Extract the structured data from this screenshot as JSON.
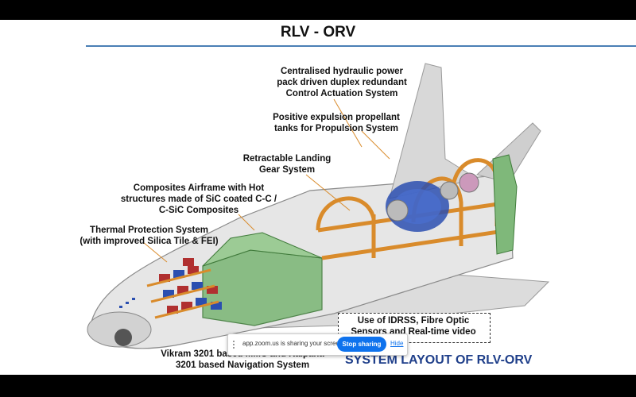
{
  "slide": {
    "title": "RLV - ORV",
    "labels": {
      "hydraulic": "Centralised hydraulic power pack driven duplex redundant Control Actuation System",
      "propellant": "Positive expulsion propellant tanks for Propulsion System",
      "landing_gear": "Retractable Landing Gear System",
      "airframe": "Composites Airframe with Hot structures made of SiC coated C-C / C-SiC Composites",
      "tps": "Thermal Protection System (with improved Silica Tile & FEI)",
      "idrss": "Use of IDRSS, Fibre Optic Sensors and Real-time video",
      "navigation": "Vikram 3201 based MMC and Kalpana 3201 based Navigation System"
    },
    "system_layout": "SYSTEM LAYOUT OF RLV-ORV"
  },
  "share_bar": {
    "message": "app.zoom.us is sharing your screen.",
    "stop_label": "Stop sharing",
    "hide_label": "Hide"
  },
  "colors": {
    "title_rule": "#4a7fb5",
    "system_layout_text": "#1f3f8a",
    "stop_button": "#0e72ed",
    "frame_orange": "#d98b2b",
    "green_bay": "#7fb87a",
    "blue_tank": "#2b4fb0"
  }
}
